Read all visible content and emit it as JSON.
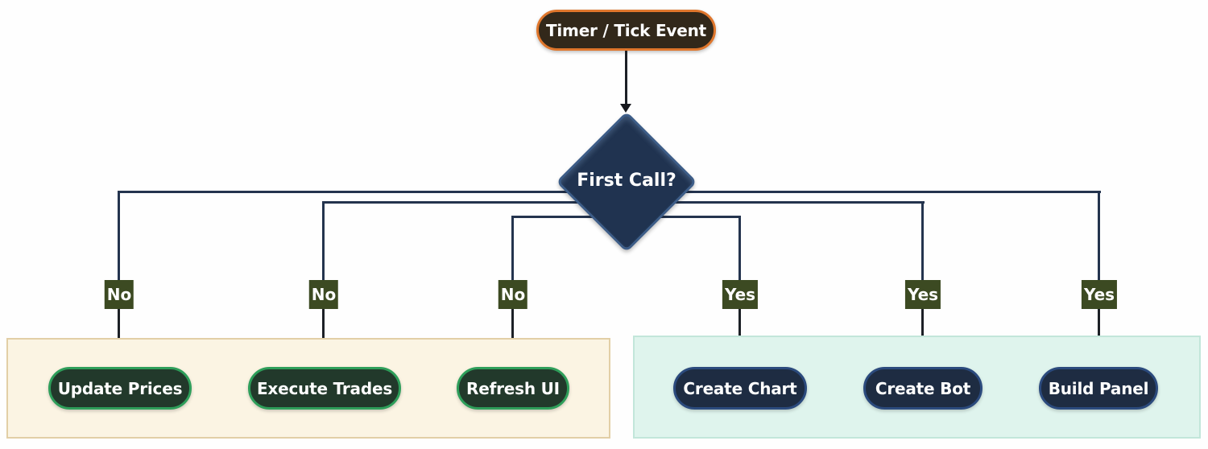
{
  "diagram": {
    "start_node": {
      "label": "Timer / Tick Event"
    },
    "decision_node": {
      "label": "First Call?"
    },
    "branches": [
      {
        "label": "No",
        "target": "Update Prices"
      },
      {
        "label": "No",
        "target": "Execute Trades"
      },
      {
        "label": "No",
        "target": "Refresh UI"
      },
      {
        "label": "Yes",
        "target": "Create Chart"
      },
      {
        "label": "Yes",
        "target": "Create Bot"
      },
      {
        "label": "Yes",
        "target": "Build Panel"
      }
    ],
    "colors": {
      "start_fill": "#32281a",
      "start_border": "#df762c",
      "decision_fill": "#203350",
      "decision_border": "#3d5d88",
      "connector": "#24344e",
      "arrow": "#16181d",
      "branch_tag_bg": "#3c4a22",
      "no_action_fill": "#22392b",
      "no_action_border": "#2e9e5a",
      "yes_action_fill": "#1e2c42",
      "yes_action_border": "#2b4a7d",
      "no_panel_bg": "#fbf4e3",
      "no_panel_border": "#e2cfa6",
      "yes_panel_bg": "#dff4ed",
      "yes_panel_border": "#c2e6da"
    }
  }
}
